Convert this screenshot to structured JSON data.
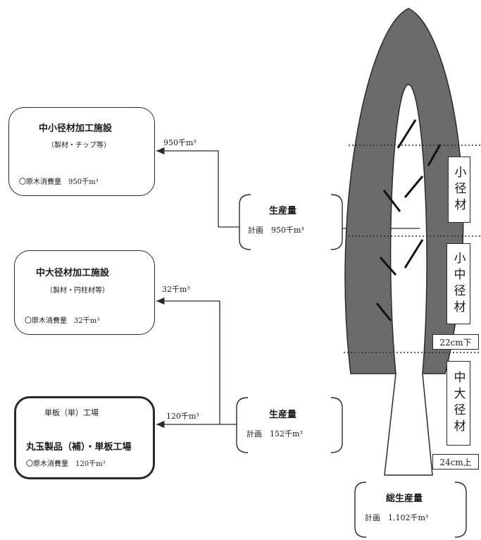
{
  "facilities": {
    "small_medium": {
      "title": "中小径材加工施設",
      "subtitle": "（製材・チップ等）",
      "consumption": "〇原木消費量　950千m³"
    },
    "medium_large": {
      "title": "中大径材加工施設",
      "subtitle": "（製材・円柱材等）",
      "consumption": "〇原木消費量　32千m³"
    },
    "plywood": {
      "line1": "単板（単）工場",
      "line2": "丸玉製品（補）・単板工場",
      "consumption": "〇原木消費量　120千m³"
    }
  },
  "flows": {
    "to_small": "950千m³",
    "to_medium": "32千m³",
    "to_plywood": "120千m³"
  },
  "production_upper": {
    "title": "生産量",
    "plan": "計画　950千m³"
  },
  "production_lower": {
    "title": "生産量",
    "plan": "計画　152千m³"
  },
  "total": {
    "title": "総生産量",
    "plan": "計画　1,102千m³"
  },
  "tree_labels": {
    "small": "小径材",
    "small_medium": "小中径材",
    "medium_large": "中大径材",
    "size1": "22cm下",
    "size2": "24cm上"
  },
  "colors": {
    "tree_fill": "#6b6b6b",
    "line": "#2a2a2a"
  }
}
